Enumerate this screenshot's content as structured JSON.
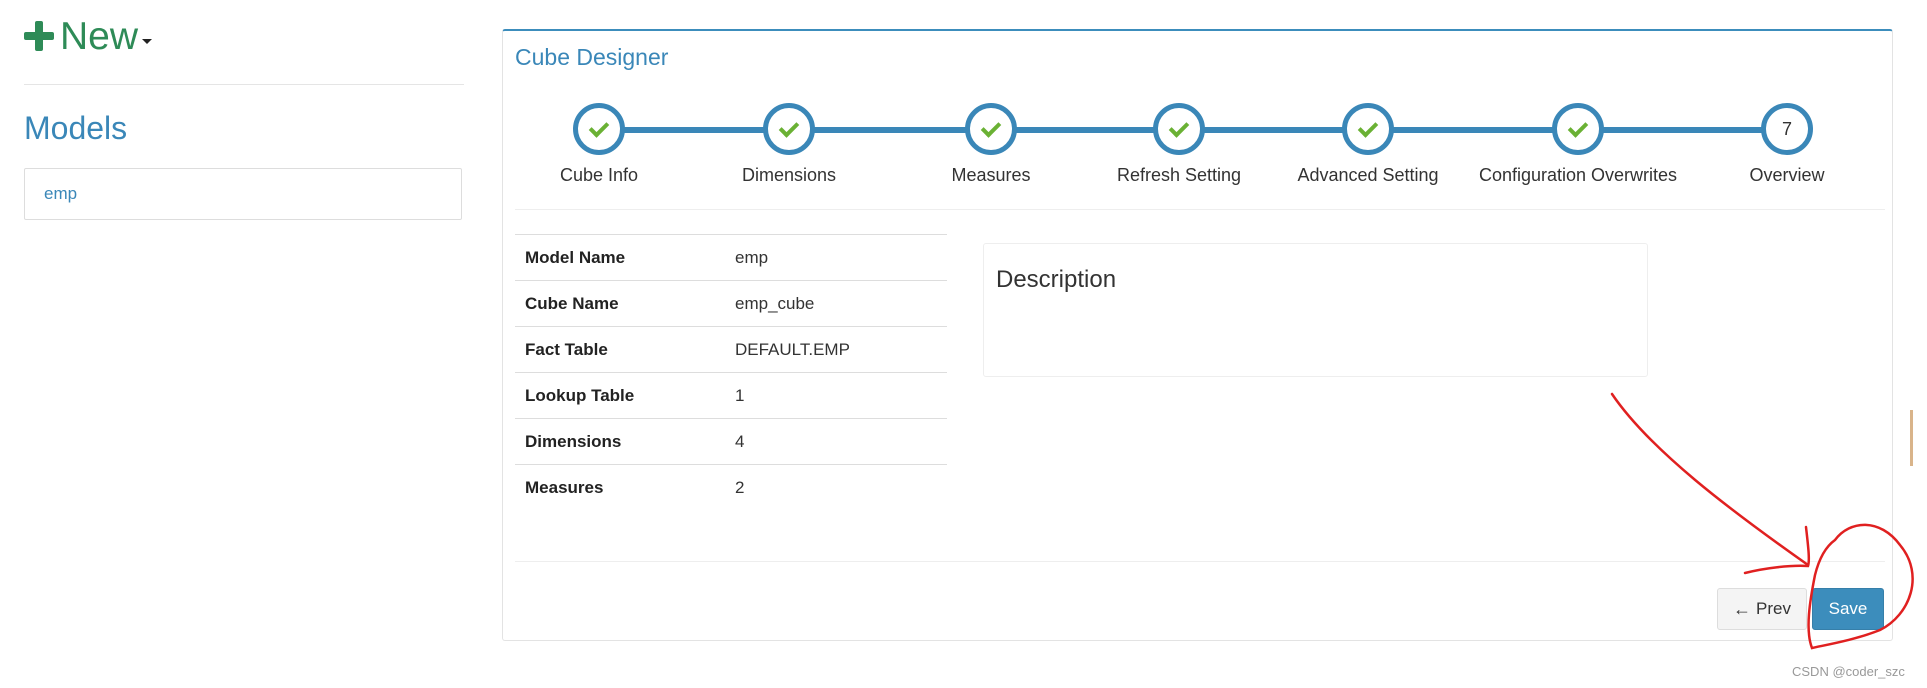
{
  "sidebar": {
    "new_label": "New",
    "models_title": "Models",
    "models": [
      "emp"
    ]
  },
  "panel": {
    "title": "Cube Designer",
    "steps": [
      {
        "label": "Cube Info",
        "state": "done"
      },
      {
        "label": "Dimensions",
        "state": "done"
      },
      {
        "label": "Measures",
        "state": "done"
      },
      {
        "label": "Refresh Setting",
        "state": "done"
      },
      {
        "label": "Advanced Setting",
        "state": "done"
      },
      {
        "label": "Configuration Overwrites",
        "state": "done"
      },
      {
        "label": "Overview",
        "state": "current",
        "number": "7"
      }
    ],
    "summary": [
      {
        "key": "Model Name",
        "value": "emp"
      },
      {
        "key": "Cube Name",
        "value": "emp_cube"
      },
      {
        "key": "Fact Table",
        "value": "DEFAULT.EMP"
      },
      {
        "key": "Lookup Table",
        "value": "1"
      },
      {
        "key": "Dimensions",
        "value": "4"
      },
      {
        "key": "Measures",
        "value": "2"
      }
    ],
    "description_title": "Description",
    "prev_label": "Prev",
    "save_label": "Save"
  },
  "watermark": "CSDN @coder_szc",
  "colors": {
    "accent": "#3c8dbc",
    "new_green": "#2e8b57",
    "check_green": "#6ab134",
    "annotation_red": "#e02020"
  }
}
